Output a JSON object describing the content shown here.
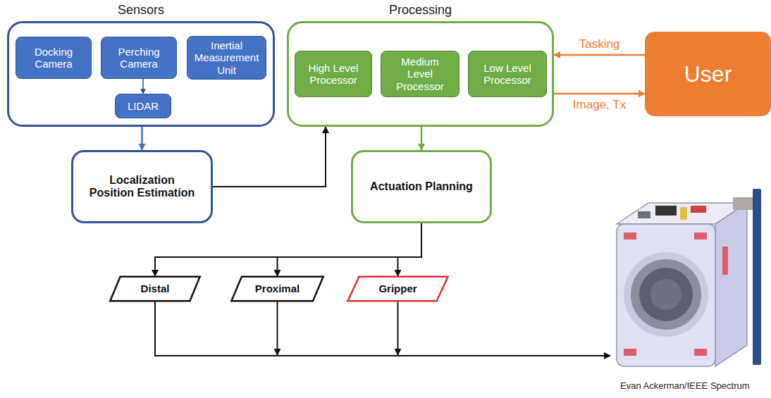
{
  "diagram": {
    "nodes": [
      {
        "text": [
          "Sensors"
        ]
      },
      {
        "text": [
          "Docking Camera"
        ],
        "in": 0
      },
      {
        "text": [
          "Perching Camera"
        ],
        "in": 0
      },
      {
        "text": [
          "Inertial Measurement Unit"
        ],
        "in": 0
      },
      {
        "text": [
          "LIDAR"
        ],
        "in": 0
      },
      {
        "text": [
          "Processing"
        ]
      },
      {
        "text": [
          "High Level Processor"
        ],
        "in": 5
      },
      {
        "text": [
          "Medium Level Processor"
        ],
        "in": 5
      },
      {
        "text": [
          "Low Level Processor"
        ],
        "in": 5
      },
      {
        "text": [
          "User"
        ]
      },
      {
        "text": [
          "Localization Position Estimation"
        ]
      },
      {
        "text": [
          "Actuation Planning"
        ]
      },
      {
        "text": [
          "Distal"
        ]
      },
      {
        "text": [
          "Proximal"
        ]
      },
      {
        "text": [
          "Gripper"
        ]
      }
    ],
    "edges": [
      {
        "from": 2,
        "to": 4,
        "arrow": "to"
      },
      {
        "from": 0,
        "to": 10,
        "arrow": "to"
      },
      {
        "from": 10,
        "to": 5,
        "arrow": "to"
      },
      {
        "from": 5,
        "to": 11,
        "arrow": "to"
      },
      {
        "from": 9,
        "to": 5,
        "label": "Tasking",
        "arrow": "to"
      },
      {
        "from": 5,
        "to": 9,
        "label": "Image, Tx",
        "arrow": "to"
      },
      {
        "from": 11,
        "to": 12,
        "arrow": "to"
      },
      {
        "from": 11,
        "to": 13,
        "arrow": "to"
      },
      {
        "from": 11,
        "to": 14,
        "arrow": "to"
      }
    ],
    "labels": [
      "Evan Ackerman/IEEE Spectrum"
    ]
  }
}
